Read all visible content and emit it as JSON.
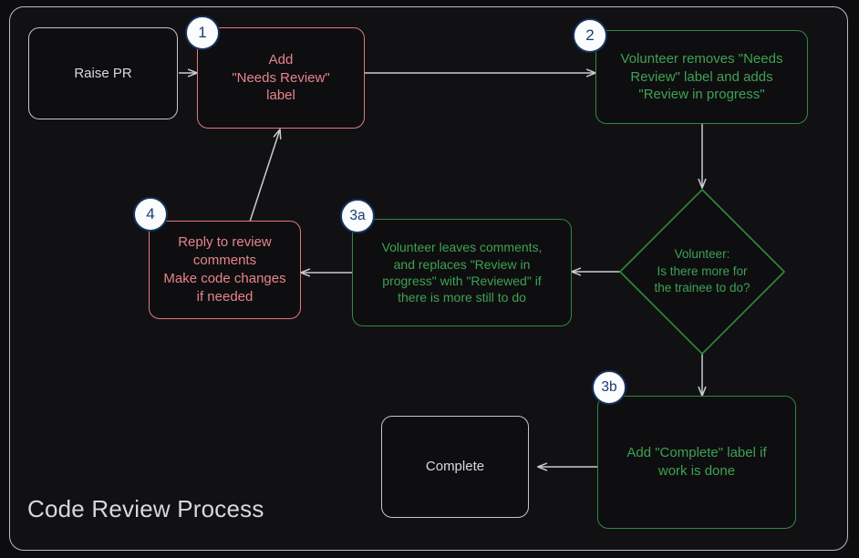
{
  "diagram": {
    "title": "Code Review Process",
    "type": "flowchart",
    "direction": "left-to-right-with-loops",
    "colors": {
      "background": "#0d0d0f",
      "container_border": "#b9bcc0",
      "neutral_stroke": "#c3c6ca",
      "neutral_text": "#d8dadd",
      "red_stroke": "#e2777f",
      "red_text": "#e8838c",
      "green_stroke": "#2f8a3d",
      "green_text": "#3fa152",
      "edge_stroke": "#c9ccd0",
      "badge_fill": "#fbfcfe",
      "badge_border": "#16335e",
      "badge_text": "#1b3c6e"
    },
    "nodes": [
      {
        "id": "raise-pr",
        "label": "Raise PR",
        "style": "neutral",
        "shape": "rounded-rect",
        "badge": null
      },
      {
        "id": "add-needs-review",
        "label": "Add\n\"Needs Review\"\nlabel",
        "style": "red",
        "shape": "rounded-rect",
        "badge": "1"
      },
      {
        "id": "volunteer-relabel",
        "label": "Volunteer removes \"Needs\nReview\" label and adds\n\"Review in progress\"",
        "style": "green",
        "shape": "rounded-rect",
        "badge": "2"
      },
      {
        "id": "decision-more-work",
        "label": "Volunteer:\nIs there more for\nthe trainee to do?",
        "style": "green",
        "shape": "diamond",
        "badge": null
      },
      {
        "id": "volunteer-comments",
        "label": "Volunteer leaves comments,\nand replaces \"Review in\nprogress\" with \"Reviewed\" if\nthere is more still to do",
        "style": "green",
        "shape": "rounded-rect",
        "badge": "3a"
      },
      {
        "id": "reply-to-review",
        "label": "Reply to review\ncomments\nMake code changes\nif needed",
        "style": "red",
        "shape": "rounded-rect",
        "badge": "4"
      },
      {
        "id": "add-complete-label",
        "label": "Add \"Complete\" label if\nwork is done",
        "style": "green",
        "shape": "rounded-rect",
        "badge": "3b"
      },
      {
        "id": "complete",
        "label": "Complete",
        "style": "neutral",
        "shape": "rounded-rect",
        "badge": null
      }
    ],
    "edges": [
      {
        "from": "raise-pr",
        "to": "add-needs-review",
        "label": ""
      },
      {
        "from": "add-needs-review",
        "to": "volunteer-relabel",
        "label": ""
      },
      {
        "from": "volunteer-relabel",
        "to": "decision-more-work",
        "label": ""
      },
      {
        "from": "decision-more-work",
        "to": "volunteer-comments",
        "label": ""
      },
      {
        "from": "decision-more-work",
        "to": "add-complete-label",
        "label": ""
      },
      {
        "from": "volunteer-comments",
        "to": "reply-to-review",
        "label": ""
      },
      {
        "from": "reply-to-review",
        "to": "add-needs-review",
        "label": ""
      },
      {
        "from": "add-complete-label",
        "to": "complete",
        "label": ""
      }
    ]
  }
}
